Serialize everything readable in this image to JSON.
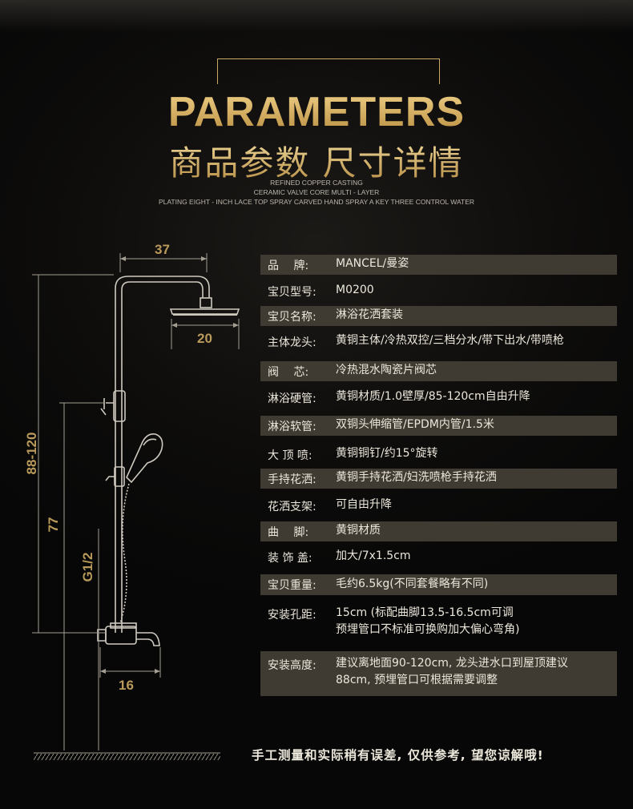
{
  "header": {
    "title_en": "PARAMETERS",
    "title_cn": "商品参数 尺寸详情",
    "subtitle_lines": [
      "REFINED COPPER CASTING",
      "CERAMIC VALVE CORE MULTI - LAYER",
      "PLATING EIGHT - INCH LACE TOP SPRAY CARVED HAND SPRAY A KEY THREE CONTROL WATER"
    ]
  },
  "dimensions": {
    "top_width": "37",
    "head_width": "20",
    "total_height": "88-120",
    "height_77": "77",
    "thread": "G1/2",
    "bottom_width": "16"
  },
  "specs": [
    {
      "label": "品　 牌:",
      "value": "MANCEL/曼姿",
      "shaded": true
    },
    {
      "label": "宝贝型号:",
      "value": "M0200",
      "shaded": false
    },
    {
      "label": "宝贝名称:",
      "value": "淋浴花洒套装",
      "shaded": true
    },
    {
      "label": "主体龙头:",
      "value": "黄铜主体/冷热双控/三档分水/带下出水/带喷枪",
      "shaded": false
    },
    {
      "label": "阀　 芯:",
      "value": "冷热混水陶瓷片阀芯",
      "shaded": true
    },
    {
      "label": "淋浴硬管:",
      "value": "黄铜材质/1.0壁厚/85-120cm自由升降",
      "shaded": false
    },
    {
      "label": "淋浴软管:",
      "value": "双铜头伸缩管/EPDM内管/1.5米",
      "shaded": true
    },
    {
      "label": "大 顶 喷:",
      "value": "黄铜铜钉/约15°旋转",
      "shaded": false
    },
    {
      "label": "手持花洒:",
      "value": "黄铜手持花洒/妇洗喷枪手持花洒",
      "shaded": true
    },
    {
      "label": "花洒支架:",
      "value": "可自由升降",
      "shaded": false
    },
    {
      "label": "曲　 脚:",
      "value": "黄铜材质",
      "shaded": true
    },
    {
      "label": "装 饰 盖:",
      "value": "加大/7x1.5cm",
      "shaded": false
    },
    {
      "label": "宝贝重量:",
      "value": "毛约6.5kg(不同套餐略有不同)",
      "shaded": true
    },
    {
      "label": "安装孔距:",
      "value": "15cm (标配曲脚13.5-16.5cm可调\n预埋管口不标准可换购加大偏心弯角)",
      "shaded": false
    },
    {
      "label": "安装高度:",
      "value": "建议离地面90-120cm, 龙头进水口到屋顶建议\n88cm, 预埋管口可根据需要调整",
      "shaded": true
    }
  ],
  "note": "手工测量和实际稍有误差, 仅供参考, 望您谅解哦!"
}
